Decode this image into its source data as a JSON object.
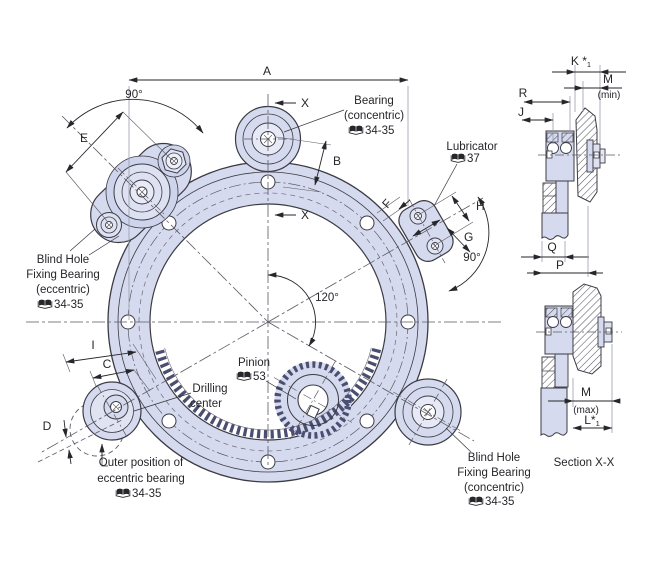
{
  "title": "Slewing ring assembly drawing with section X-X",
  "colors": {
    "body_fill": "#d6daee",
    "body_light": "#e7eaf6",
    "body_lighter": "#f0f2fa",
    "outline": "#3b3b44",
    "dimension": "#26262b",
    "teeth": "#4a4f72",
    "background": "#ffffff"
  },
  "dims": {
    "A": "A",
    "B": "B",
    "C": "C",
    "D": "D",
    "E": "E",
    "F": "F",
    "G": "G",
    "H": "H",
    "I": "I",
    "J": "J",
    "K_main": "K *",
    "K_sub": "1",
    "L_main": "L*",
    "L_sub": "1",
    "M": "M",
    "M_min": "(min)",
    "M_max": "(max)",
    "P": "P",
    "Q": "Q",
    "R": "R",
    "X": "X",
    "angle90": "90°",
    "angle120": "120°"
  },
  "labels": {
    "bearing_concentric": [
      "Bearing",
      "(concentric)"
    ],
    "bearing_concentric_ref": "34-35",
    "lubricator": "Lubricator",
    "lubricator_ref": "37",
    "blind_eccentric": [
      "Blind Hole",
      "Fixing Bearing",
      "(eccentric)"
    ],
    "blind_eccentric_ref": "34-35",
    "pinion": "Pinion",
    "pinion_ref": "53",
    "drilling_center": [
      "Drilling",
      "center"
    ],
    "outer_position": [
      "Outer position of",
      "eccentric bearing"
    ],
    "outer_position_ref": "34-35",
    "blind_concentric": [
      "Blind Hole",
      "Fixing Bearing",
      "(concentric)"
    ],
    "blind_concentric_ref": "34-35",
    "section_title": "Section X-X"
  },
  "icons": {
    "book": "open-book-manual-icon"
  }
}
